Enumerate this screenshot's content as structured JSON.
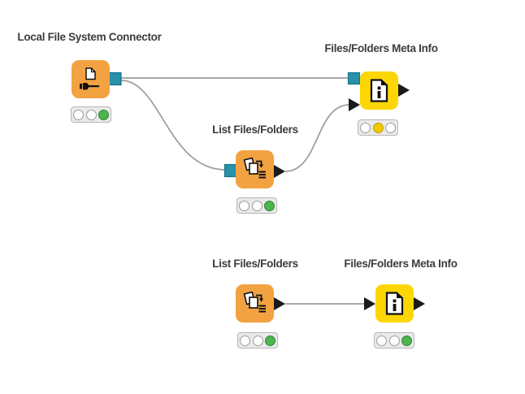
{
  "workflow": {
    "nodes": [
      {
        "id": 1,
        "title": "Local File System Connector",
        "body_color": "#F3A242",
        "icon": "file-plug-icon",
        "status_light": "green",
        "lit_index": 2
      },
      {
        "id": 2,
        "title": "Files/Folders Meta Info",
        "body_color": "#FCD605",
        "icon": "file-info-icon",
        "status_light": "yellow",
        "lit_index": 1
      },
      {
        "id": 3,
        "title": "List Files/Folders",
        "body_color": "#F3A242",
        "icon": "file-list-icon",
        "status_light": "green",
        "lit_index": 2
      },
      {
        "id": 4,
        "title": "List Files/Folders",
        "body_color": "#F3A242",
        "icon": "file-list-icon",
        "status_light": "green",
        "lit_index": 2
      },
      {
        "id": 5,
        "title": "Files/Folders Meta Info",
        "body_color": "#FCD605",
        "icon": "file-info-icon",
        "status_light": "green",
        "lit_index": 2
      }
    ],
    "connections": [
      {
        "from": 1,
        "to": 2,
        "kind": "file-system-port",
        "shape": "straight"
      },
      {
        "from": 1,
        "to": 3,
        "kind": "file-system-port",
        "shape": "curve-down"
      },
      {
        "from": 3,
        "to": 2,
        "kind": "data-table-port",
        "shape": "curve-up"
      },
      {
        "from": 4,
        "to": 5,
        "kind": "data-table-port",
        "shape": "straight"
      }
    ],
    "colors": {
      "node_orange": "#F3A242",
      "node_yellow": "#FCD605",
      "port_teal_fill": "#2792A8",
      "port_teal_border": "#15758C",
      "port_triangle_black": "#1a1a1a",
      "wire_gray": "#9C9C9C",
      "status_green": "#4CB64C",
      "status_yellow": "#F0C900",
      "title_text": "#3C3C3C",
      "traffic_light_bg": "#EAEAEA"
    }
  }
}
